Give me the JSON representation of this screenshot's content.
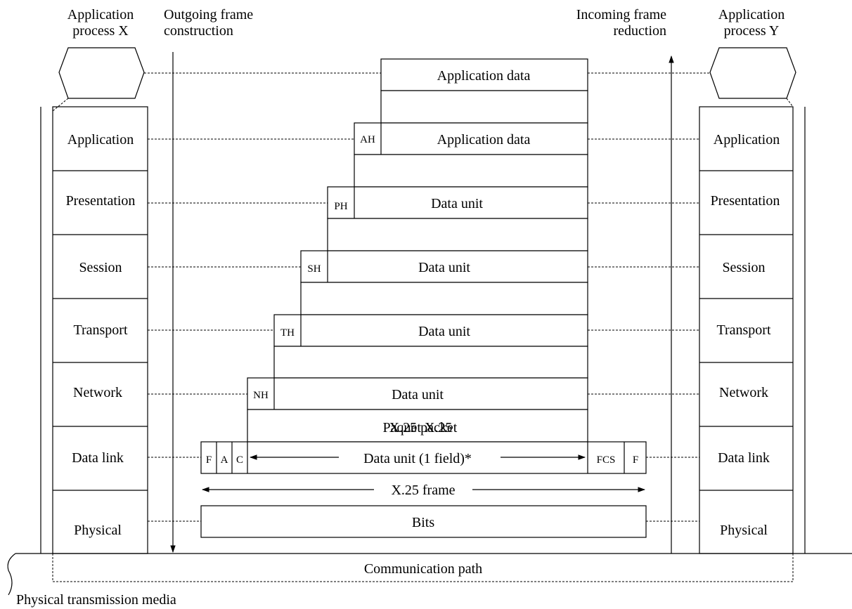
{
  "headers": {
    "app_x": [
      "Application",
      "process X"
    ],
    "outgoing": [
      "Outgoing frame",
      "construction"
    ],
    "incoming": [
      "Incoming frame",
      "reduction"
    ],
    "app_y": [
      "Application",
      "process Y"
    ]
  },
  "layers": [
    "Application",
    "Presentation",
    "Session",
    "Transport",
    "Network",
    "Data link",
    "Physical"
  ],
  "units": {
    "app_data_top": "Application data",
    "app_data": "Application data",
    "data_unit": "Data unit",
    "packet": "Paquet X.25",
    "packet_overlay": "X.25 packet",
    "dl_unit": "Data unit (1 field)*",
    "x25_frame": "X.25 frame",
    "bits": "Bits"
  },
  "headers_short": {
    "ah": "AH",
    "ph": "PH",
    "sh": "SH",
    "th": "TH",
    "nh": "NH",
    "f": "F",
    "a": "A",
    "c": "C",
    "fcs": "FCS"
  },
  "comm_path": "Communication path",
  "media": "Physical transmission media"
}
